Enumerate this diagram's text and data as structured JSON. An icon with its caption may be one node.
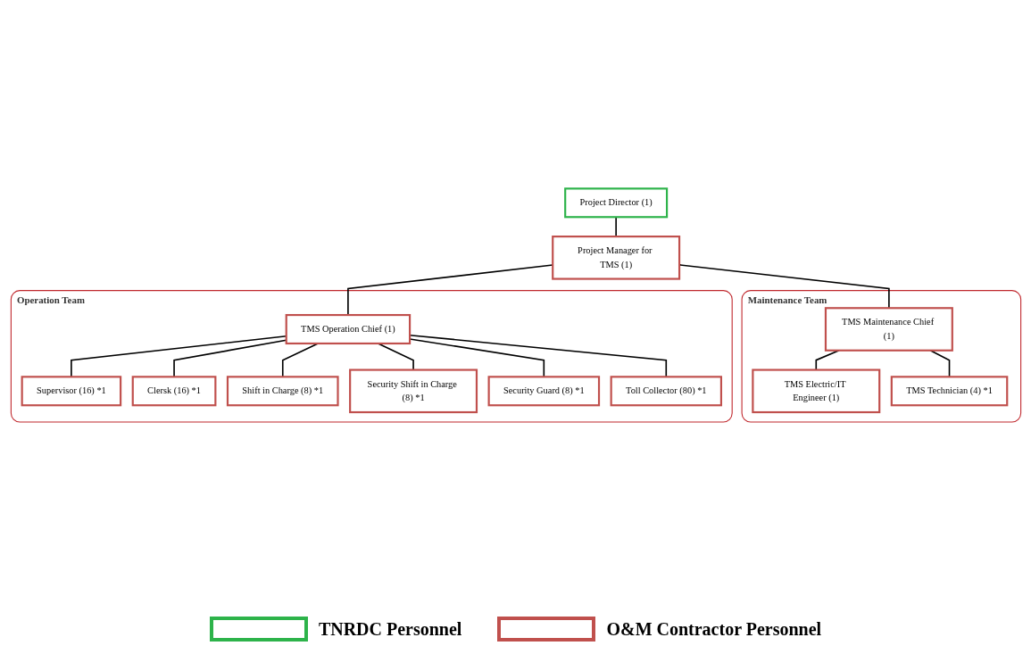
{
  "diagram": {
    "nodes": [
      {
        "text": [
          "Project Director (1)"
        ]
      },
      {
        "text": [
          "Project Manager for TMS (1)"
        ]
      },
      {
        "text": [
          "Operation Team"
        ]
      },
      {
        "text": [
          "TMS Operation Chief (1)"
        ],
        "in": 2
      },
      {
        "text": [
          "Supervisor (16) *1"
        ],
        "in": 2
      },
      {
        "text": [
          "Clersk (16) *1"
        ],
        "in": 2
      },
      {
        "text": [
          "Shift in Charge (8) *1"
        ],
        "in": 2
      },
      {
        "text": [
          "Security Shift in Charge (8) *1"
        ],
        "in": 2
      },
      {
        "text": [
          "Security Guard (8) *1"
        ],
        "in": 2
      },
      {
        "text": [
          "Toll Collector (80) *1"
        ],
        "in": 2
      },
      {
        "text": [
          "Maintenance Team"
        ]
      },
      {
        "text": [
          "TMS Maintenance Chief (1)"
        ],
        "in": 10
      },
      {
        "text": [
          "TMS Electric/IT Engineer (1)"
        ],
        "in": 10
      },
      {
        "text": [
          "TMS Technician (4) *1"
        ],
        "in": 10
      }
    ],
    "edges": [
      {
        "from": 0,
        "to": 1,
        "arrow": "none"
      },
      {
        "from": 1,
        "to": 3,
        "arrow": "none"
      },
      {
        "from": 1,
        "to": 11,
        "arrow": "none"
      },
      {
        "from": 3,
        "to": 4,
        "arrow": "none"
      },
      {
        "from": 3,
        "to": 5,
        "arrow": "none"
      },
      {
        "from": 3,
        "to": 6,
        "arrow": "none"
      },
      {
        "from": 3,
        "to": 7,
        "arrow": "none"
      },
      {
        "from": 3,
        "to": 8,
        "arrow": "none"
      },
      {
        "from": 3,
        "to": 9,
        "arrow": "none"
      },
      {
        "from": 11,
        "to": 12,
        "arrow": "none"
      },
      {
        "from": 11,
        "to": 13,
        "arrow": "none"
      }
    ],
    "legend": [
      {
        "text": "TNRDC Personnel",
        "color": "#2db34a"
      },
      {
        "text": "O&M Contractor Personnel",
        "color": "#c0504d"
      }
    ]
  }
}
